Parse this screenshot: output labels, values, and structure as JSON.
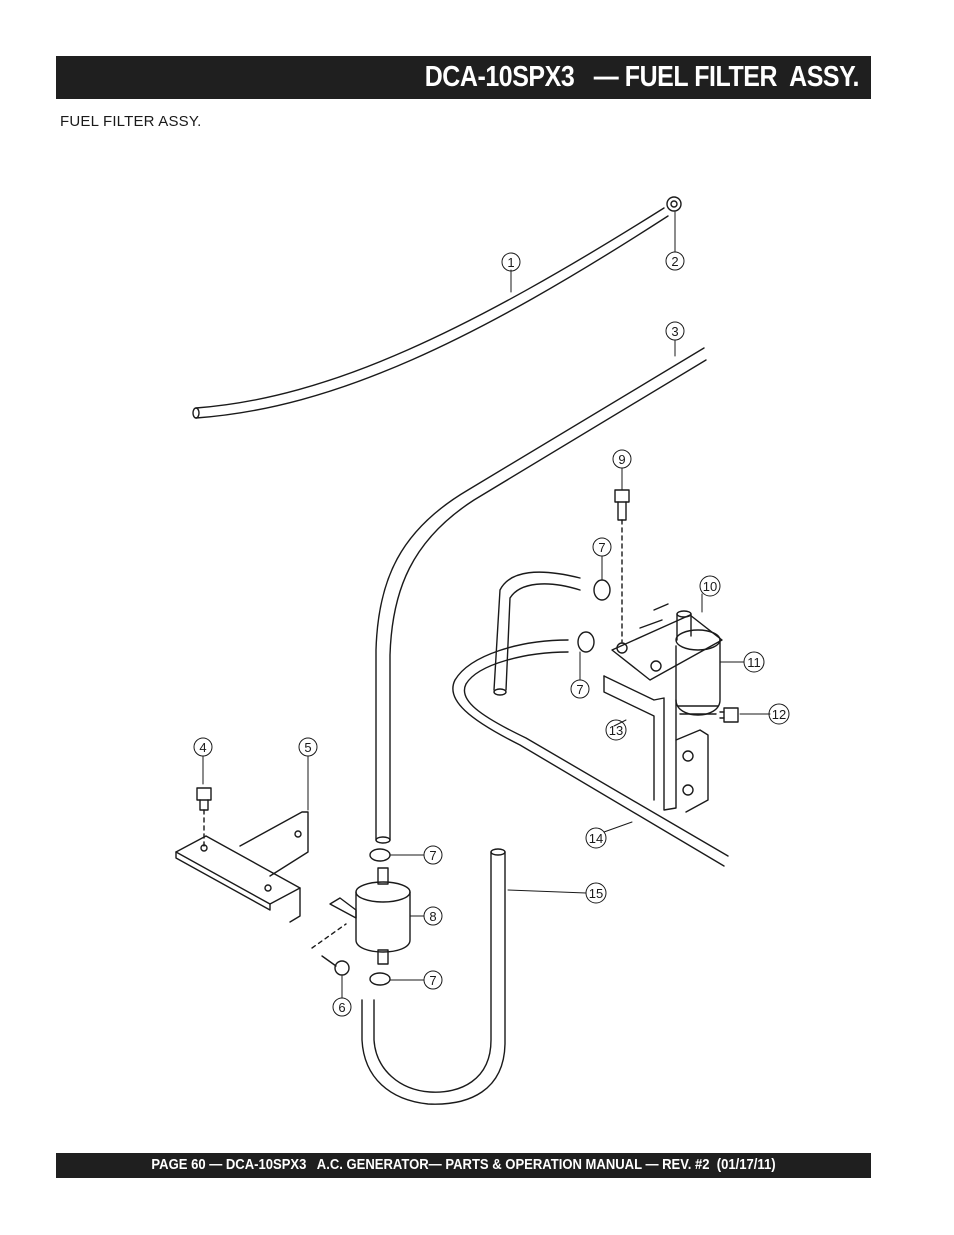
{
  "header": {
    "title": "DCA-10SPX3   — FUEL FILTER  ASSY."
  },
  "subtitle": "FUEL FILTER ASSY.",
  "callouts": {
    "c1": "1",
    "c2": "2",
    "c3": "3",
    "c4": "4",
    "c5": "5",
    "c6": "6",
    "c7a": "7",
    "c7b": "7",
    "c7c": "7",
    "c7d": "7",
    "c8": "8",
    "c9": "9",
    "c10": "10",
    "c11": "11",
    "c12": "12",
    "c13": "13",
    "c14": "14",
    "c15": "15"
  },
  "footer": {
    "text": "PAGE 60 — DCA-10SPX3   A.C. GENERATOR— PARTS & OPERATION MANUAL — REV. #2  (01/17/11)"
  }
}
